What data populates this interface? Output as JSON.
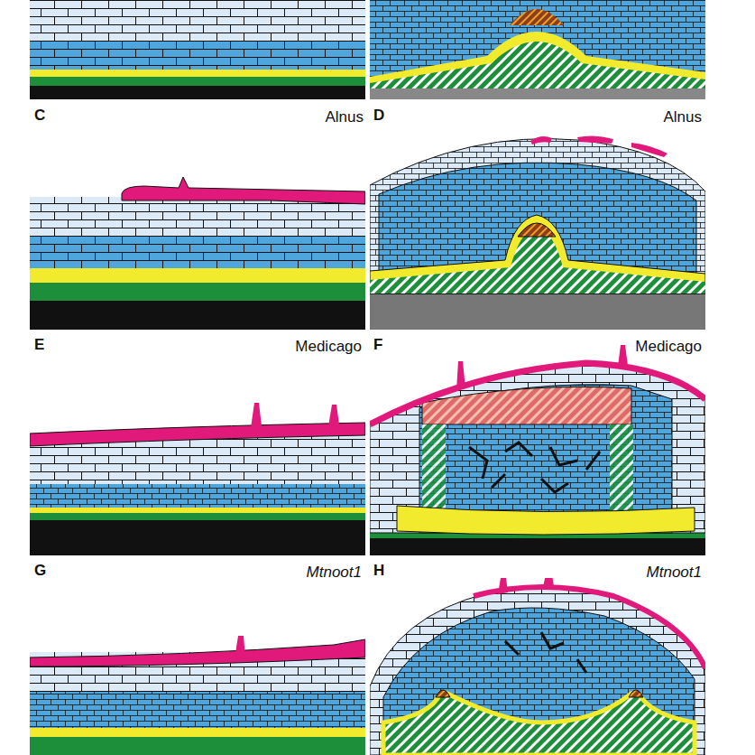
{
  "diagram": {
    "labels": [
      "C",
      "Alnus",
      "D",
      "Alnus",
      "E",
      "Medicago",
      "F",
      "Medicago",
      "G",
      "Mtnoot1",
      "H",
      "Mtnoot1"
    ]
  }
}
